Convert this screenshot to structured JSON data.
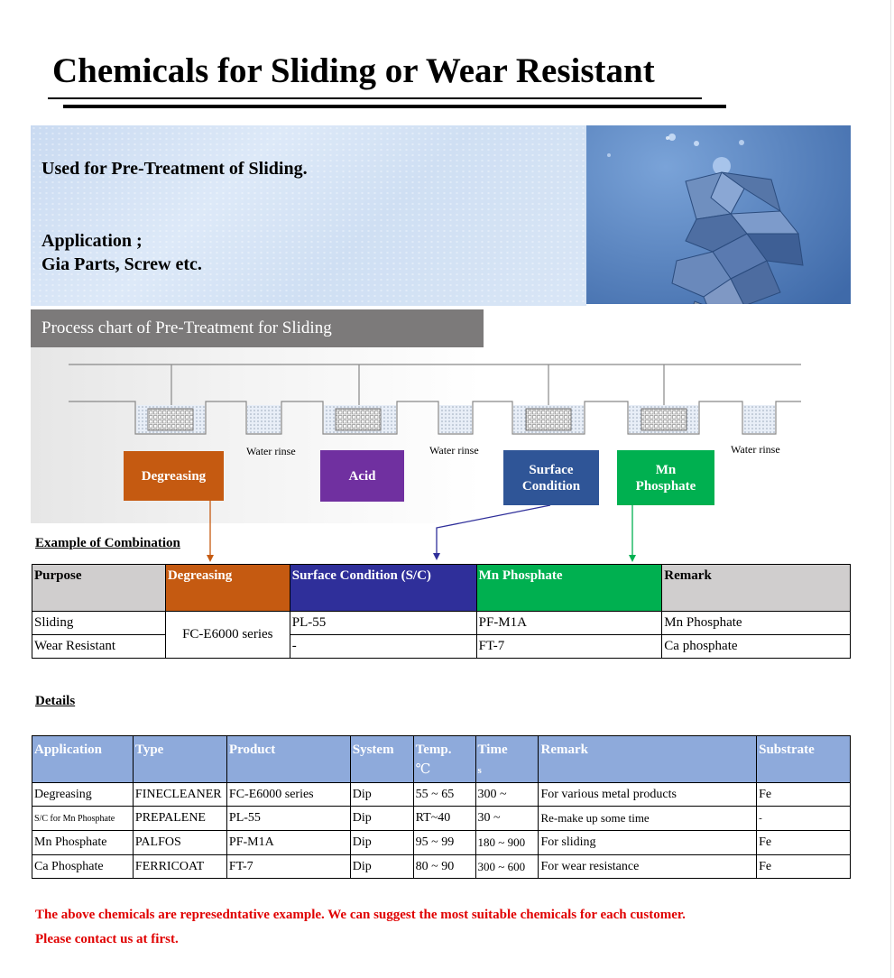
{
  "title": "Chemicals for Sliding or Wear Resistant",
  "hero": {
    "line1": "Used for Pre-Treatment of Sliding.",
    "line2": "Application ;",
    "line3": "Gia Parts, Screw etc."
  },
  "process": {
    "banner": "Process chart of Pre-Treatment for Sliding",
    "steps": {
      "degreasing": "Degreasing",
      "acid": "Acid",
      "surface1": "Surface",
      "surface2": "Condition",
      "mn1": "Mn",
      "mn2": "Phosphate"
    },
    "rinse": "Water rinse"
  },
  "combo": {
    "heading": "Example of Combination",
    "headers": [
      "Purpose",
      "Degreasing",
      "Surface Condition (S/C)",
      "Mn Phosphate",
      "Remark"
    ],
    "rows": [
      {
        "purpose": "Sliding",
        "sc": "PL-55",
        "mn": "PF-M1A",
        "remark": "Mn Phosphate"
      },
      {
        "purpose": "Wear Resistant",
        "sc": "-",
        "mn": "FT-7",
        "remark": "Ca phosphate"
      }
    ],
    "degreasing_value": "FC-E6000 series"
  },
  "details": {
    "heading": "Details",
    "headers": {
      "application": "Application",
      "type": "Type",
      "product": "Product",
      "system": "System",
      "temp": "Temp.",
      "temp_unit": "℃",
      "time": "Time",
      "time_unit": "s",
      "remark": "Remark",
      "substrate": "Substrate"
    },
    "rows": [
      {
        "application": "Degreasing",
        "type": "FINECLEANER",
        "product": "FC-E6000 series",
        "system": "Dip",
        "temp": "55 ~ 65",
        "time": "300 ~",
        "remark": "For various metal products",
        "substrate": "Fe"
      },
      {
        "application": "S/C for Mn Phosphate",
        "type": "PREPALENE",
        "product": "PL-55",
        "system": "Dip",
        "temp": "RT~40",
        "time": "30 ~",
        "remark": "Re-make up some time",
        "substrate": "-"
      },
      {
        "application": "Mn Phosphate",
        "type": "PALFOS",
        "product": "PF-M1A",
        "system": "Dip",
        "temp": "95 ~ 99",
        "time": "180 ~ 900",
        "remark": "For sliding",
        "substrate": "Fe"
      },
      {
        "application": "Ca Phosphate",
        "type": "FERRICOAT",
        "product": "FT-7",
        "system": "Dip",
        "temp": "80 ~ 90",
        "time": "300 ~ 600",
        "remark": "For wear resistance",
        "substrate": "Fe"
      }
    ]
  },
  "notes": {
    "line1": "The above chemicals are represedntative example. We can suggest the most suitable chemicals for each customer.",
    "line2": "Please contact us at first."
  },
  "colors": {
    "degreasing": "#c55a11",
    "acid": "#7030a0",
    "surface": "#2f5597",
    "mn": "#00b050",
    "header_gray": "#d0cece",
    "details_header": "#8eaadb",
    "note_red": "#e00000"
  }
}
